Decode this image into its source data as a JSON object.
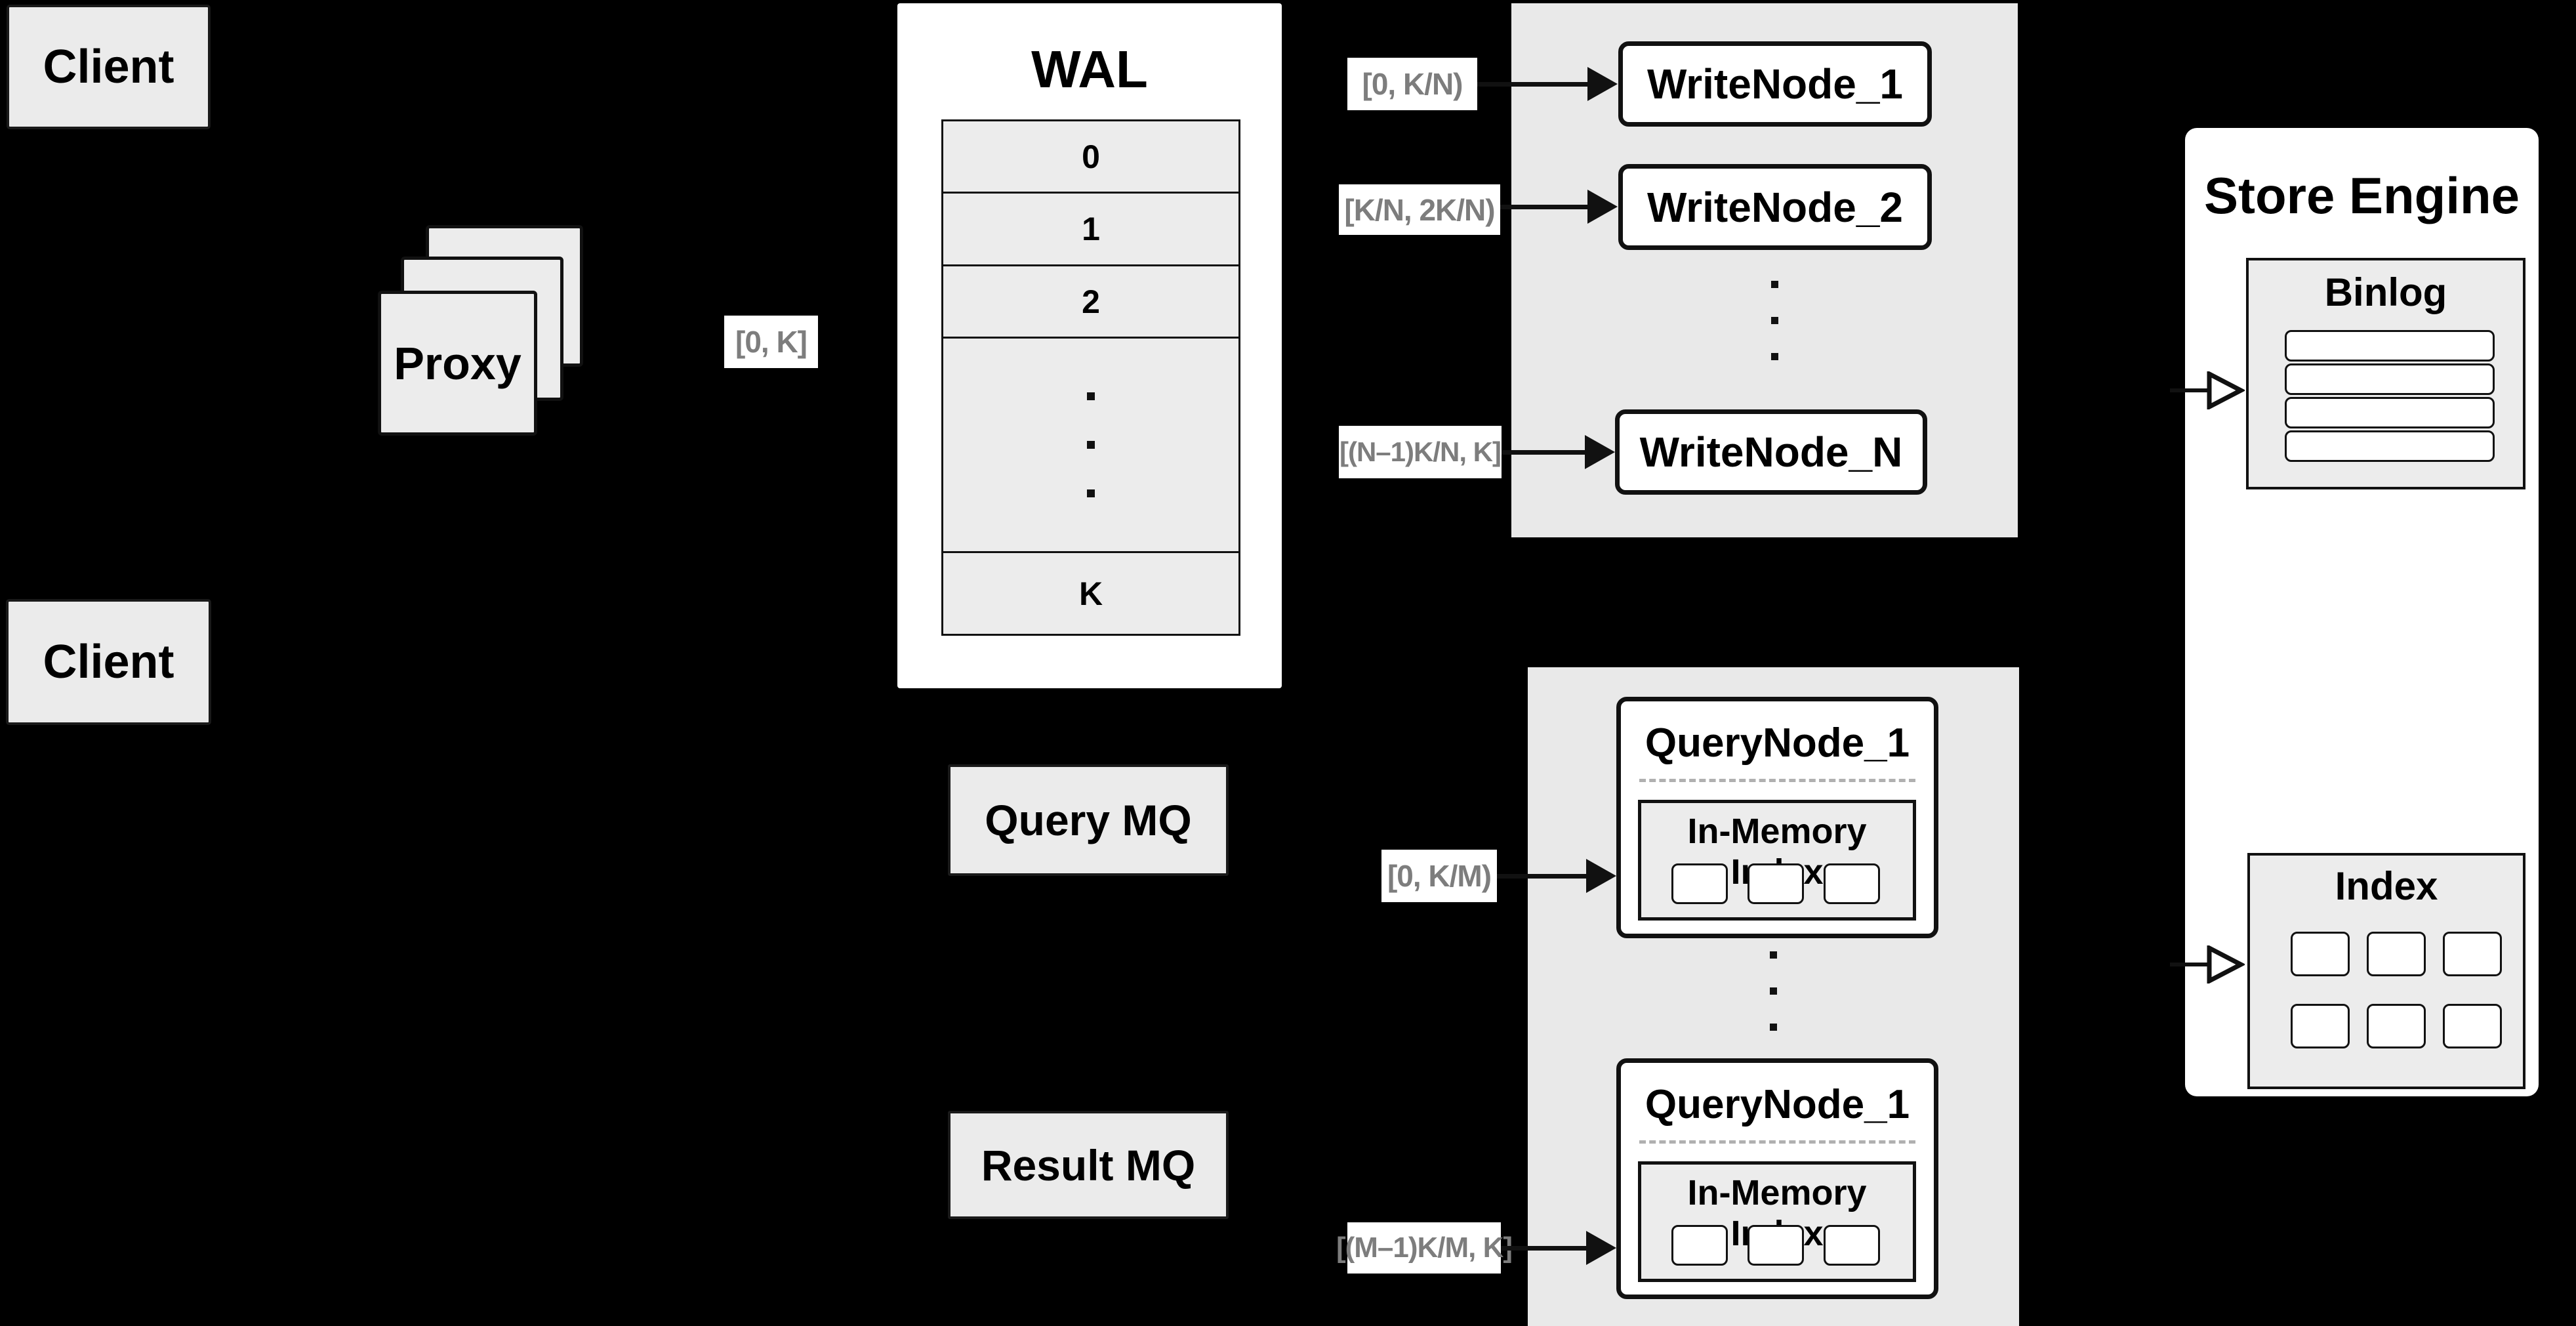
{
  "diagram": {
    "clients": {
      "top": "Client",
      "bottom": "Client"
    },
    "proxy": {
      "label": "Proxy"
    },
    "ranges": {
      "proxy_to_wal": "[0, K]",
      "wal_to_wn1": "[0, K/N)",
      "wal_to_wn2": "[K/N, 2K/N)",
      "wal_to_wnN": "[(N–1)K/N, K]",
      "mq_to_qn_top": "[0, K/M)",
      "mq_to_qn_bottom": "[(M–1)K/M, K]"
    },
    "wal": {
      "title": "WAL",
      "slots": [
        "0",
        "1",
        "2"
      ],
      "last_slot": "K"
    },
    "write_nodes": {
      "node1": "WriteNode_1",
      "node2": "WriteNode_2",
      "nodeN": "WriteNode_N"
    },
    "store_engine": {
      "title": "Store Engine",
      "binlog_title": "Binlog",
      "index_title": "Index"
    },
    "mq": {
      "query": "Query MQ",
      "result": "Result MQ"
    },
    "query_nodes": {
      "top": {
        "title": "QueryNode_1",
        "index_title": "In-Memory Index"
      },
      "bottom": {
        "title": "QueryNode_1",
        "index_title": "In-Memory Index"
      }
    },
    "colors": {
      "background": "#000000",
      "box_fill": "#ebebeb",
      "container_fill": "#e9e9e9",
      "node_fill": "#ffffff",
      "border": "#111111",
      "range_text": "#7d7d7d"
    }
  }
}
